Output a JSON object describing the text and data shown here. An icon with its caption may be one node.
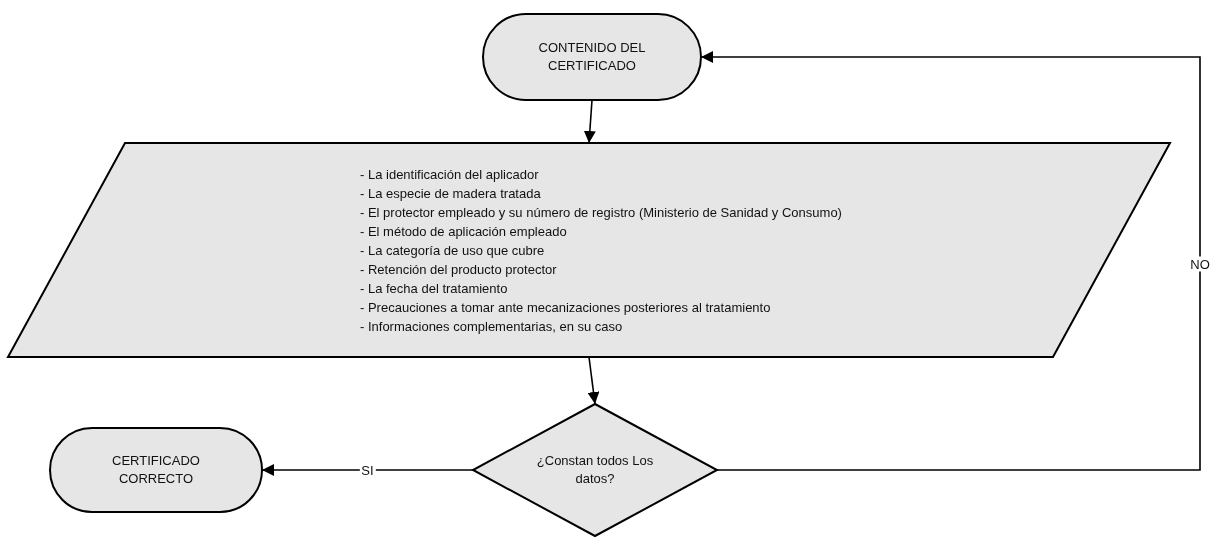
{
  "diagram": {
    "nodes": [
      {
        "text": [
          "CONTENIDO DEL CERTIFICADO"
        ]
      },
      {
        "text": [
          "- La identificación del aplicador",
          "- La especie de madera tratada",
          "- El protector empleado y su número de registro (Ministerio de Sanidad y Consumo)",
          "- El método de aplicación empleado",
          "- La categoría de uso que cubre",
          "- Retención del producto protector",
          "- La fecha del tratamiento",
          "- Precauciones a tomar ante mecanizaciones posteriores al tratamiento",
          "- Informaciones complementarias, en su caso"
        ]
      },
      {
        "text": [
          "¿Constan todos Los datos?"
        ]
      },
      {
        "text": [
          "CERTIFICADO CORRECTO"
        ]
      }
    ],
    "edges": [
      {
        "from": 0,
        "to": 1,
        "arrow": "to"
      },
      {
        "from": 1,
        "to": 2,
        "arrow": "to"
      },
      {
        "from": 2,
        "to": 3,
        "arrow": "to",
        "label": "SI"
      },
      {
        "from": 2,
        "to": 0,
        "arrow": "to",
        "label": "NO"
      }
    ]
  }
}
